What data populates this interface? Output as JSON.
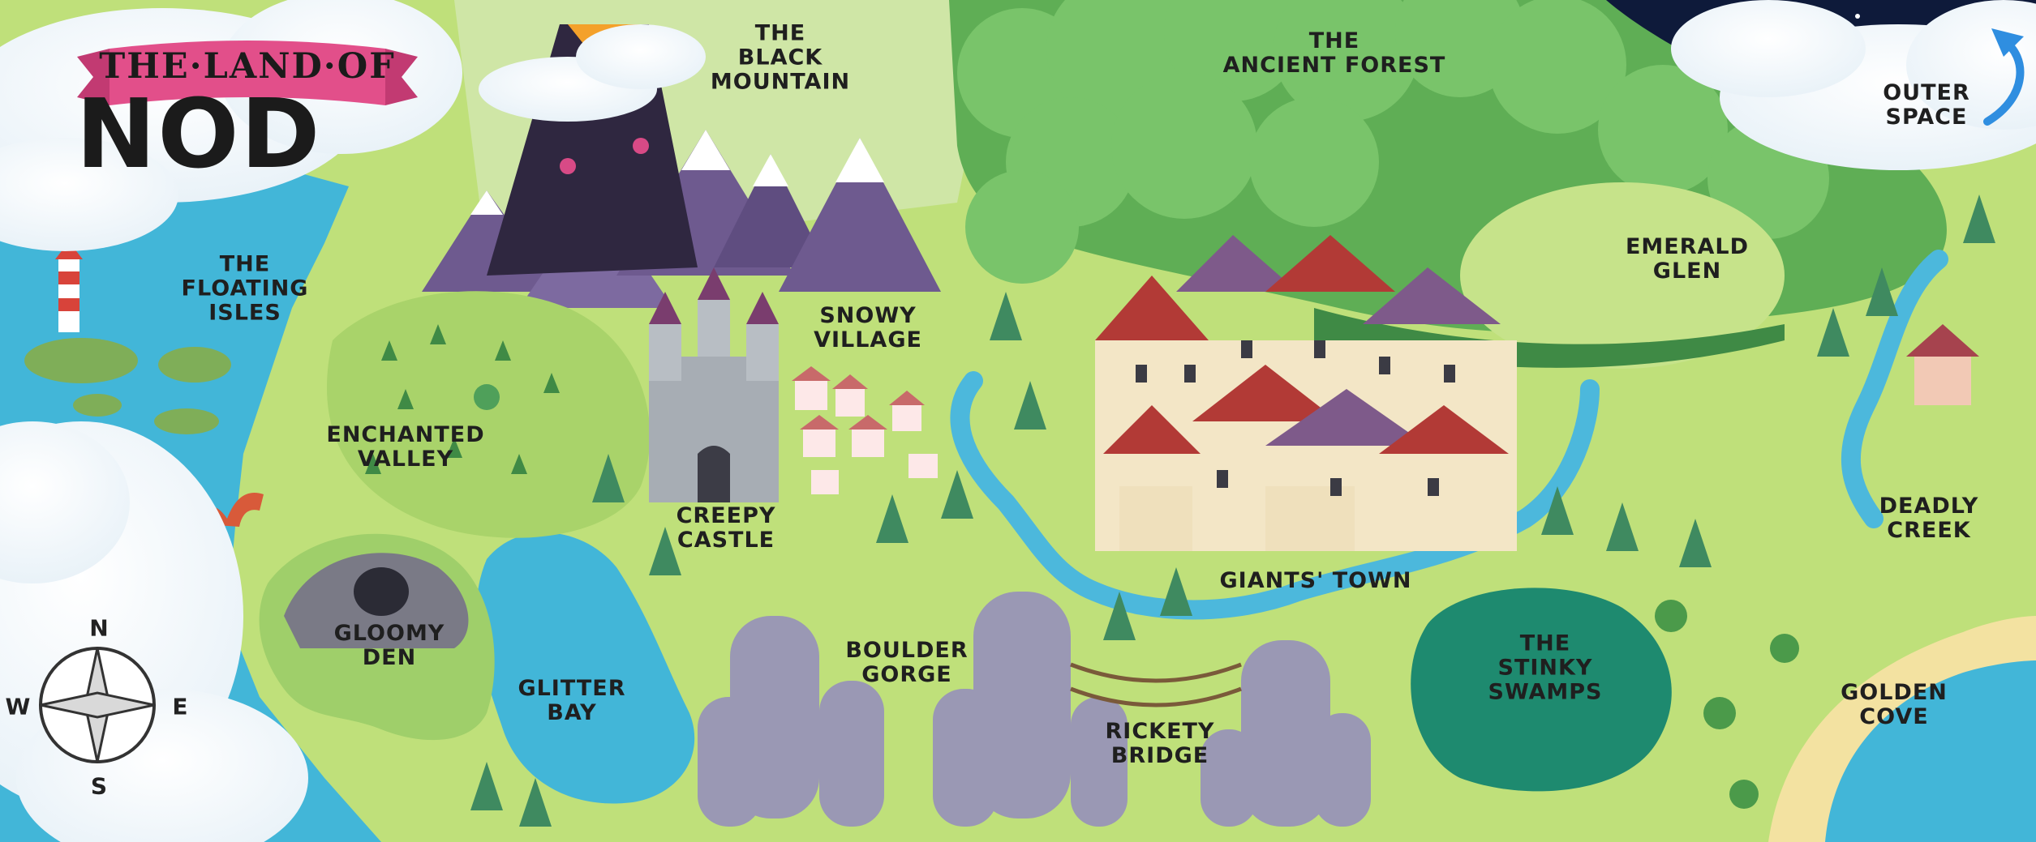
{
  "title": {
    "line1": "THE·LAND·OF",
    "line2": "NOD"
  },
  "locations": [
    {
      "id": "floating-isles",
      "label": "THE\nFLOATING\nISLES"
    },
    {
      "id": "black-mountain",
      "label": "THE\nBLACK\nMOUNTAIN"
    },
    {
      "id": "ancient-forest",
      "label": "THE\nANCIENT FOREST"
    },
    {
      "id": "outer-space",
      "label": "OUTER\nSPACE"
    },
    {
      "id": "emerald-glen",
      "label": "EMERALD\nGLEN"
    },
    {
      "id": "snowy-village",
      "label": "SNOWY\nVILLAGE"
    },
    {
      "id": "enchanted-valley",
      "label": "ENCHANTED\nVALLEY"
    },
    {
      "id": "creepy-castle",
      "label": "CREEPY\nCASTLE"
    },
    {
      "id": "giants-town",
      "label": "GIANTS' TOWN"
    },
    {
      "id": "deadly-creek",
      "label": "DEADLY\nCREEK"
    },
    {
      "id": "gloomy-den",
      "label": "GLOOMY\nDEN"
    },
    {
      "id": "boulder-gorge",
      "label": "BOULDER\nGORGE"
    },
    {
      "id": "glitter-bay",
      "label": "GLITTER\nBAY"
    },
    {
      "id": "stinky-swamps",
      "label": "THE\nSTINKY\nSWAMPS"
    },
    {
      "id": "rickety-bridge",
      "label": "RICKETY\nBRIDGE"
    },
    {
      "id": "golden-cove",
      "label": "GOLDEN\nCOVE"
    }
  ],
  "compass": {
    "n": "N",
    "s": "S",
    "e": "E",
    "w": "W"
  },
  "colors": {
    "sea": "#42b6d8",
    "land": "#bfe07a",
    "forest": "#5fae55",
    "mountain": "#6e5a8f",
    "banner": "#e24f8a",
    "swamp": "#1e8a6f",
    "sand": "#f3e2a1",
    "night": "#0e1a3a"
  }
}
